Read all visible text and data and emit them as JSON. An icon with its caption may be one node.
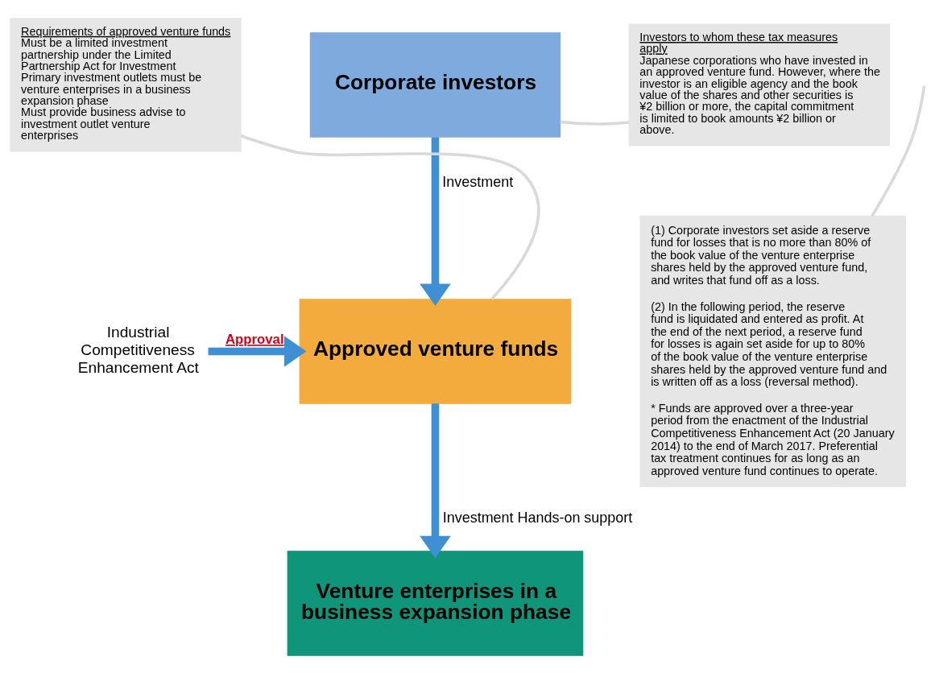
{
  "diagram": {
    "nodes": [
      {
        "text": [
          "Corporate investors"
        ]
      },
      {
        "text": [
          "Approved venture funds"
        ]
      },
      {
        "text": [
          "Venture enterprises in a business expansion phase"
        ]
      },
      {
        "text": [
          "Requirements of approved venture funds",
          "Must be a limited investment partnership under the Limited Partnership Act for Investment",
          "Primary investment outlets must be venture enterprises in a business expansion phase",
          "Must provide business advise to investment outlet venture enterprises"
        ]
      },
      {
        "text": [
          "Industrial Competitiveness Enhancement Act"
        ]
      },
      {
        "text": [
          "Investors to whom these tax measures apply",
          "Japanese corporations who have invested in an approved venture fund. However, where the investor is an eligible agency and the book value of the shares and other securities is ¥2 billion or more, the capital commitment is limited to book amounts ¥2 billion or above."
        ]
      },
      {
        "text": [
          "(1) Corporate investors set aside a reserve fund for losses that is no more than 80% of the book value of the venture enterprise shares held by the approved venture fund, and writes that fund off as a loss.",
          "(2) In the following period, the reserve fund is liquidated and entered as profit. At the end of the next period, a reserve fund for losses is again set aside for up to 80% of the book value of the venture enterprise shares held by the approved venture fund and is written off as a loss (reversal method).",
          "* Funds are approved over a three-year period from the enactment of the Industrial Competitiveness Enhancement Act (20 January 2014) to the end of March 2017. Preferential tax treatment continues for as long as an approved venture fund continues to operate."
        ]
      }
    ],
    "edges": [
      {
        "from": 0,
        "to": 1,
        "arrow": "to",
        "label": "Investment",
        "style": "thick"
      },
      {
        "from": 4,
        "to": 1,
        "arrow": "to",
        "label": "Approval",
        "style": "thick"
      },
      {
        "from": 1,
        "to": 2,
        "arrow": "to",
        "label": "Investment Hands-on support",
        "style": "thick"
      },
      {
        "from": 3,
        "to": 1,
        "arrow": "none",
        "color": "#d9d9d9"
      },
      {
        "from": 5,
        "to": 0,
        "arrow": "none",
        "color": "#d9d9d9"
      },
      {
        "from": 6,
        "to": null,
        "arrow": "none",
        "color": "#d9d9d9"
      }
    ]
  }
}
